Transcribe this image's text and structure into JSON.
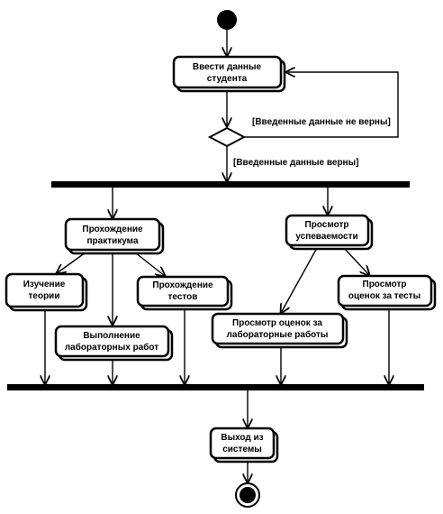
{
  "activities": {
    "enter_data": [
      "Ввести данные",
      "студента"
    ],
    "do_practice": [
      "Прохождение",
      "практикума"
    ],
    "view_progress": [
      "Просмотр",
      "успеваемости"
    ],
    "study_theory": [
      "Изучение",
      "теории"
    ],
    "do_labs": [
      "Выполнение",
      "лабораторных работ"
    ],
    "pass_tests": [
      "Прохождение",
      "тестов"
    ],
    "view_lab_grades": [
      "Просмотр оценок за",
      "лабораторные работы"
    ],
    "view_test_grades": [
      "Просмотр",
      "оценок за тесты"
    ],
    "exit": [
      "Выход из",
      "системы"
    ]
  },
  "guards": {
    "invalid": "[Введенные данные не верны]",
    "valid": "[Введенные данные верны]"
  }
}
